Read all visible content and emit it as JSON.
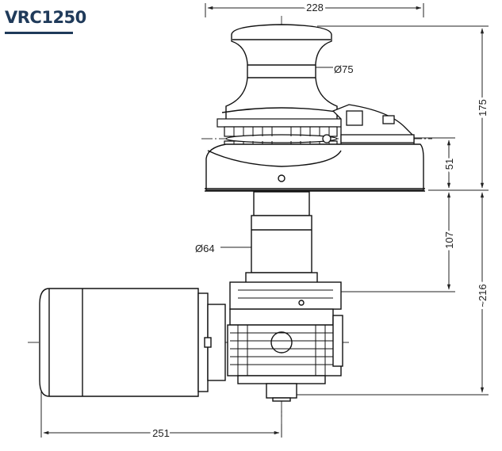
{
  "model": "VRC1250",
  "dimensions": {
    "overall_width": "228",
    "gypsy_diameter": "Ø75",
    "shaft_diameter": "Ø64",
    "height_top": "175",
    "height_base": "51",
    "below_deck": "107",
    "total_below": "~216",
    "motor_length": "251"
  }
}
